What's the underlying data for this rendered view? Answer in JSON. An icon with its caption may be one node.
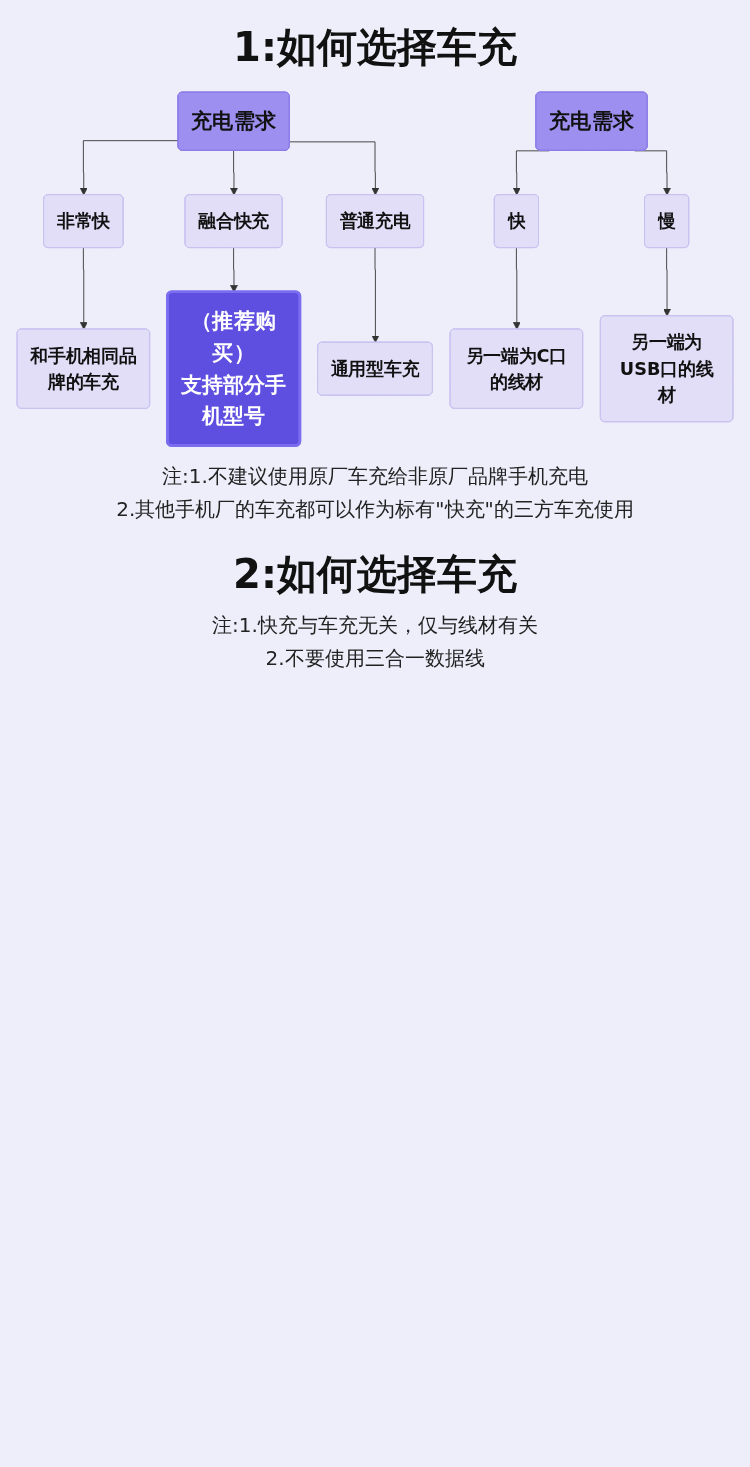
{
  "diagram": {
    "title": "1:如何选择车充",
    "nodes": [
      {
        "text": [
          "充电需求"
        ]
      },
      {
        "text": [
          "非常快"
        ]
      },
      {
        "text": [
          "融合快充"
        ]
      },
      {
        "text": [
          "普通充电"
        ]
      },
      {
        "text": [
          "和手机相同品牌的车充"
        ]
      },
      {
        "text": [
          "（推荐购买）",
          "支持部分手机型号"
        ]
      },
      {
        "text": [
          "通用型车充"
        ]
      },
      {
        "text": [
          "充电需求"
        ]
      },
      {
        "text": [
          "快"
        ]
      },
      {
        "text": [
          "慢"
        ]
      },
      {
        "text": [
          "另一端为C口的线材"
        ]
      },
      {
        "text": [
          "另一端为USB口的线材"
        ]
      }
    ],
    "edges": [
      {
        "from": 0,
        "to": 1,
        "arrow": "to"
      },
      {
        "from": 0,
        "to": 2,
        "arrow": "to"
      },
      {
        "from": 0,
        "to": 3,
        "arrow": "to"
      },
      {
        "from": 1,
        "to": 4,
        "arrow": "to"
      },
      {
        "from": 2,
        "to": 5,
        "arrow": "to"
      },
      {
        "from": 3,
        "to": 6,
        "arrow": "to"
      },
      {
        "from": 7,
        "to": 8,
        "arrow": "to"
      },
      {
        "from": 7,
        "to": 9,
        "arrow": "to"
      },
      {
        "from": 8,
        "to": 10,
        "arrow": "to"
      },
      {
        "from": 9,
        "to": 11,
        "arrow": "to"
      }
    ],
    "labels": [
      "注:1.不建议使用原厂车充给非原厂品牌手机充电",
      "2.其他手机厂的车充都可以作为标有\"快充\"的三方车充使用",
      "2:如何选择车充",
      "注:1.快充与车充无关，仅与线材有关",
      "2.不要使用三合一数据线"
    ]
  }
}
